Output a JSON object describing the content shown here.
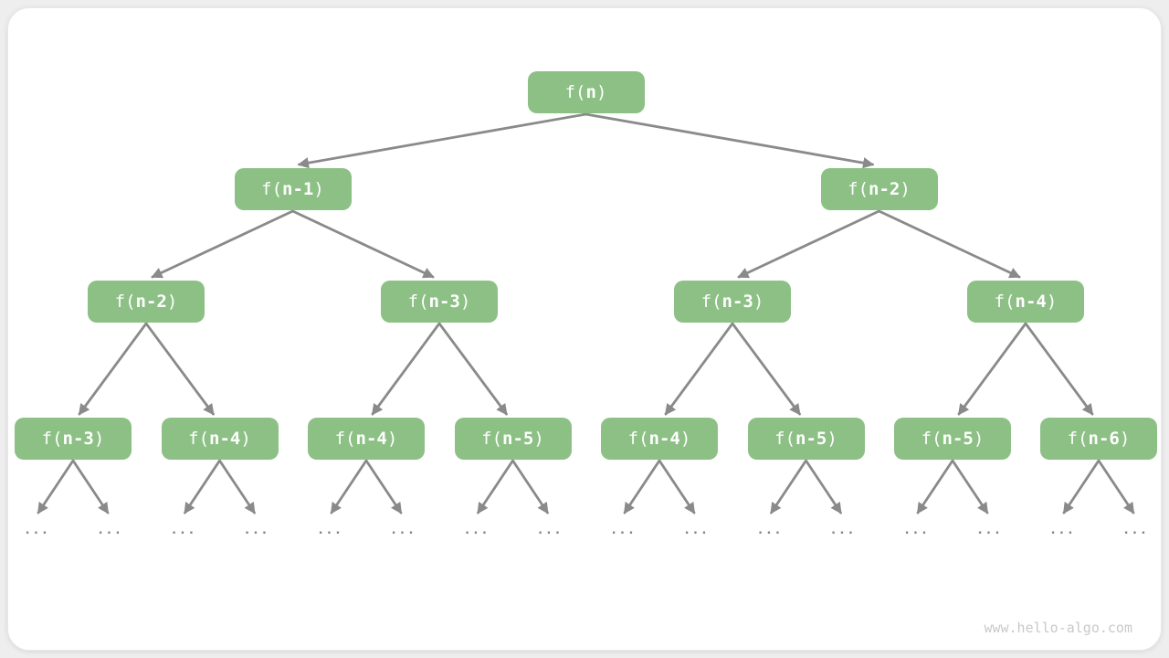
{
  "colors": {
    "page_bg": "#eeeeee",
    "card_bg": "#ffffff",
    "node_fill": "#8CC085",
    "node_text": "#ffffff",
    "edge": "#8A8A8A",
    "dots": "#8A8A8A",
    "watermark": "#C9C9C9"
  },
  "watermark": {
    "text": "www.hello-algo.com"
  },
  "diagram": {
    "description": "recursion-tree",
    "nodes": [
      {
        "id": "n0",
        "level": 1,
        "label": "f(n)",
        "prefix": "f(",
        "arg": "n",
        "suffix": ")"
      },
      {
        "id": "n1a",
        "level": 2,
        "label": "f(n-1)",
        "prefix": "f(",
        "arg": "n-1",
        "suffix": ")"
      },
      {
        "id": "n1b",
        "level": 2,
        "label": "f(n-2)",
        "prefix": "f(",
        "arg": "n-2",
        "suffix": ")"
      },
      {
        "id": "n2a",
        "level": 3,
        "label": "f(n-2)",
        "prefix": "f(",
        "arg": "n-2",
        "suffix": ")"
      },
      {
        "id": "n2b",
        "level": 3,
        "label": "f(n-3)",
        "prefix": "f(",
        "arg": "n-3",
        "suffix": ")"
      },
      {
        "id": "n2c",
        "level": 3,
        "label": "f(n-3)",
        "prefix": "f(",
        "arg": "n-3",
        "suffix": ")"
      },
      {
        "id": "n2d",
        "level": 3,
        "label": "f(n-4)",
        "prefix": "f(",
        "arg": "n-4",
        "suffix": ")"
      },
      {
        "id": "n3a",
        "level": 4,
        "label": "f(n-3)",
        "prefix": "f(",
        "arg": "n-3",
        "suffix": ")"
      },
      {
        "id": "n3b",
        "level": 4,
        "label": "f(n-4)",
        "prefix": "f(",
        "arg": "n-4",
        "suffix": ")"
      },
      {
        "id": "n3c",
        "level": 4,
        "label": "f(n-4)",
        "prefix": "f(",
        "arg": "n-4",
        "suffix": ")"
      },
      {
        "id": "n3d",
        "level": 4,
        "label": "f(n-5)",
        "prefix": "f(",
        "arg": "n-5",
        "suffix": ")"
      },
      {
        "id": "n3e",
        "level": 4,
        "label": "f(n-4)",
        "prefix": "f(",
        "arg": "n-4",
        "suffix": ")"
      },
      {
        "id": "n3f",
        "level": 4,
        "label": "f(n-5)",
        "prefix": "f(",
        "arg": "n-5",
        "suffix": ")"
      },
      {
        "id": "n3g",
        "level": 4,
        "label": "f(n-5)",
        "prefix": "f(",
        "arg": "n-5",
        "suffix": ")"
      },
      {
        "id": "n3h",
        "level": 4,
        "label": "f(n-6)",
        "prefix": "f(",
        "arg": "n-6",
        "suffix": ")"
      },
      {
        "id": "d1",
        "type": "dots",
        "parent": "n3a",
        "side": "left",
        "label": "..."
      },
      {
        "id": "d2",
        "type": "dots",
        "parent": "n3a",
        "side": "right",
        "label": "..."
      },
      {
        "id": "d3",
        "type": "dots",
        "parent": "n3b",
        "side": "left",
        "label": "..."
      },
      {
        "id": "d4",
        "type": "dots",
        "parent": "n3b",
        "side": "right",
        "label": "..."
      },
      {
        "id": "d5",
        "type": "dots",
        "parent": "n3c",
        "side": "left",
        "label": "..."
      },
      {
        "id": "d6",
        "type": "dots",
        "parent": "n3c",
        "side": "right",
        "label": "..."
      },
      {
        "id": "d7",
        "type": "dots",
        "parent": "n3d",
        "side": "left",
        "label": "..."
      },
      {
        "id": "d8",
        "type": "dots",
        "parent": "n3d",
        "side": "right",
        "label": "..."
      },
      {
        "id": "d9",
        "type": "dots",
        "parent": "n3e",
        "side": "left",
        "label": "..."
      },
      {
        "id": "d10",
        "type": "dots",
        "parent": "n3e",
        "side": "right",
        "label": "..."
      },
      {
        "id": "d11",
        "type": "dots",
        "parent": "n3f",
        "side": "left",
        "label": "..."
      },
      {
        "id": "d12",
        "type": "dots",
        "parent": "n3f",
        "side": "right",
        "label": "..."
      },
      {
        "id": "d13",
        "type": "dots",
        "parent": "n3g",
        "side": "left",
        "label": "..."
      },
      {
        "id": "d14",
        "type": "dots",
        "parent": "n3g",
        "side": "right",
        "label": "..."
      },
      {
        "id": "d15",
        "type": "dots",
        "parent": "n3h",
        "side": "left",
        "label": "..."
      },
      {
        "id": "d16",
        "type": "dots",
        "parent": "n3h",
        "side": "right",
        "label": "..."
      }
    ],
    "edges": [
      [
        "n0",
        "n1a"
      ],
      [
        "n0",
        "n1b"
      ],
      [
        "n1a",
        "n2a"
      ],
      [
        "n1a",
        "n2b"
      ],
      [
        "n1b",
        "n2c"
      ],
      [
        "n1b",
        "n2d"
      ],
      [
        "n2a",
        "n3a"
      ],
      [
        "n2a",
        "n3b"
      ],
      [
        "n2b",
        "n3c"
      ],
      [
        "n2b",
        "n3d"
      ],
      [
        "n2c",
        "n3e"
      ],
      [
        "n2c",
        "n3f"
      ],
      [
        "n2d",
        "n3g"
      ],
      [
        "n2d",
        "n3h"
      ],
      [
        "n3a",
        "d1"
      ],
      [
        "n3a",
        "d2"
      ],
      [
        "n3b",
        "d3"
      ],
      [
        "n3b",
        "d4"
      ],
      [
        "n3c",
        "d5"
      ],
      [
        "n3c",
        "d6"
      ],
      [
        "n3d",
        "d7"
      ],
      [
        "n3d",
        "d8"
      ],
      [
        "n3e",
        "d9"
      ],
      [
        "n3e",
        "d10"
      ],
      [
        "n3f",
        "d11"
      ],
      [
        "n3f",
        "d12"
      ],
      [
        "n3g",
        "d13"
      ],
      [
        "n3g",
        "d14"
      ],
      [
        "n3h",
        "d15"
      ],
      [
        "n3h",
        "d16"
      ]
    ]
  }
}
